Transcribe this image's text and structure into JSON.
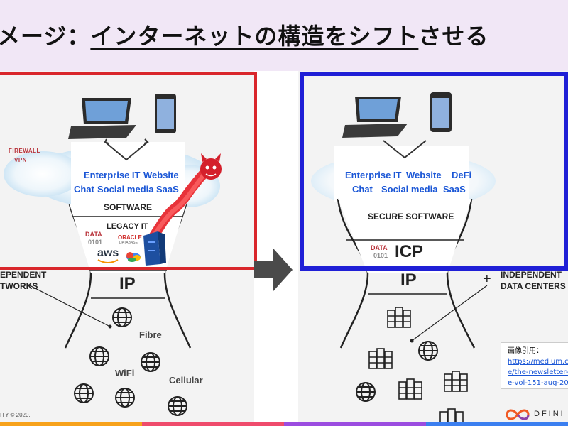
{
  "title": {
    "prefix": "メージ：",
    "underlined": "インターネットの構造をシフト",
    "suffix": "させる"
  },
  "left": {
    "firewall": "FIREWALL",
    "vpn": "VPN",
    "row1": [
      "Enterprise IT",
      "Website"
    ],
    "row2": [
      "Chat",
      "Social media",
      "SaaS"
    ],
    "software": "SOFTWARE",
    "legacy_it": "LEGACY IT",
    "data": "DATA",
    "binary": "0101",
    "oracle": "ORACLE",
    "database": "DATABASE",
    "aws": "aws",
    "ip": "IP",
    "networks_line1": "EPENDENT",
    "networks_line2": "TWORKS",
    "fibre": "Fibre",
    "wifi": "WiFi",
    "cellular": "Cellular",
    "copyright": "ITY © 2020."
  },
  "right": {
    "row1": [
      "Enterprise IT",
      "Website",
      "DeFi"
    ],
    "row2": [
      "Chat",
      "Social media",
      "SaaS"
    ],
    "secure_software": "SECURE SOFTWARE",
    "data": "DATA",
    "binary": "0101",
    "icp": "ICP",
    "ip": "IP",
    "plus": "+",
    "centers_line1": "INDEPENDENT",
    "centers_line2": "DATA CENTERS"
  },
  "citation": {
    "label": "画像引用：",
    "link_lines": [
      "https://medium.c",
      "e/the-newsletter-",
      "e-vol-151-aug-20"
    ]
  },
  "logo": {
    "text": "DFINI"
  },
  "colors": {
    "red_frame": "#d9262b",
    "blue_frame": "#1f1fd6",
    "arrow": "#4a4a4a",
    "header_bg": "#f1e7f6"
  }
}
